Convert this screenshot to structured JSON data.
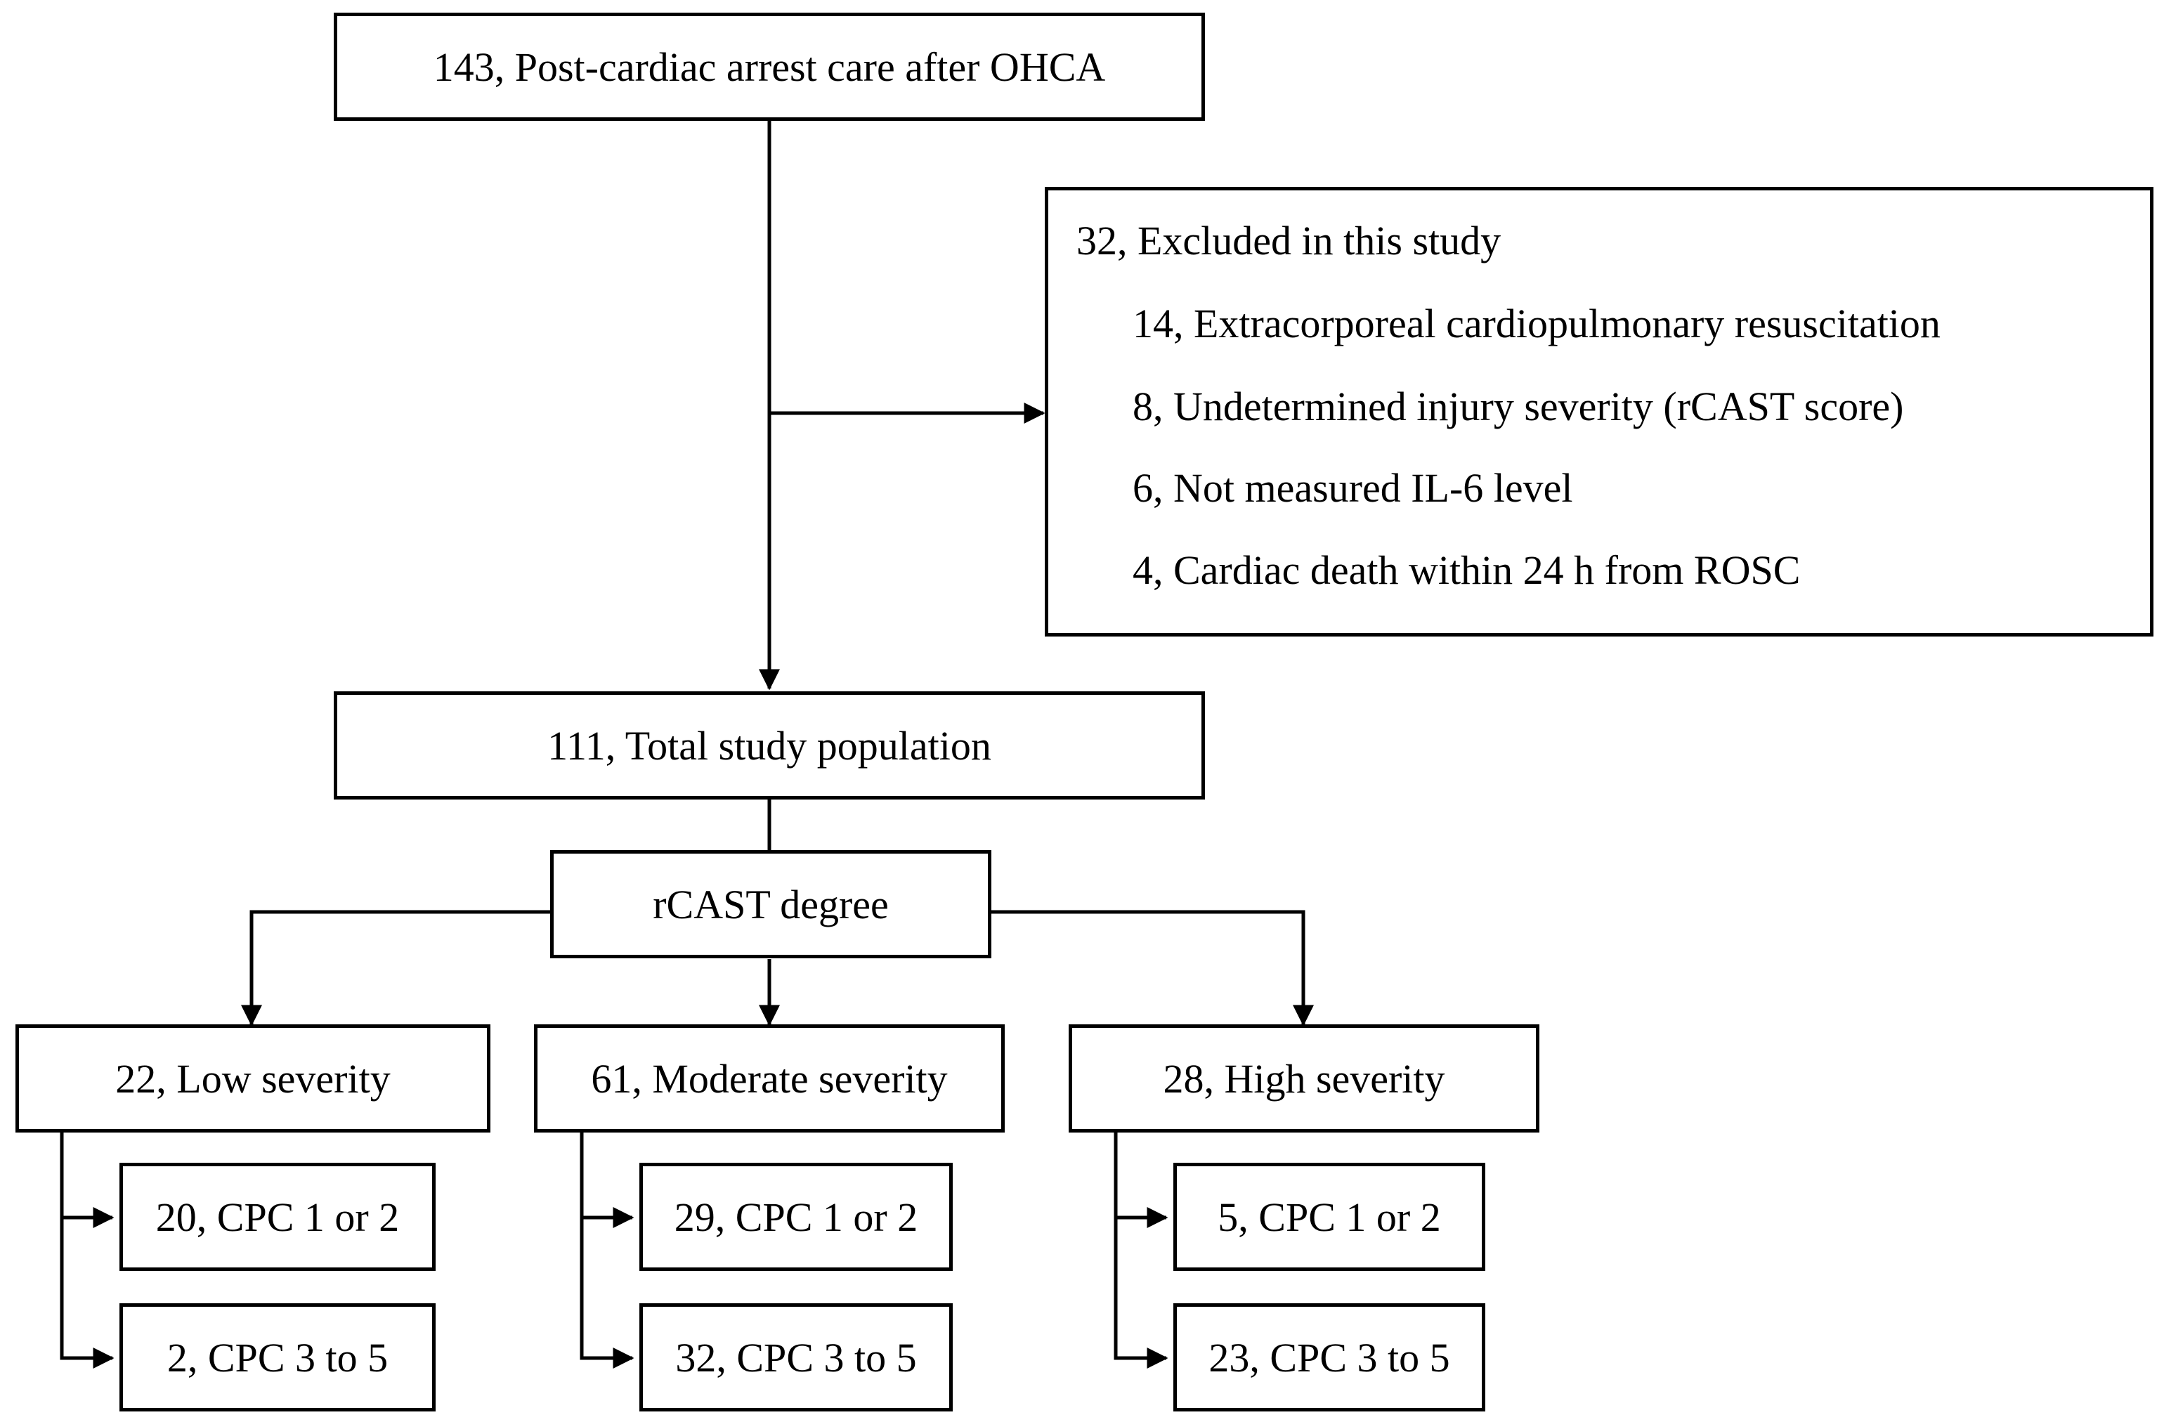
{
  "top_box": "143, Post-cardiac arrest care after OHCA",
  "exclusion": {
    "heading": "32, Excluded in this study",
    "items": [
      "14, Extracorporeal cardiopulmonary resuscitation",
      "8, Undetermined injury severity (rCAST score)",
      "6, Not measured IL-6 level",
      "4, Cardiac death within 24 h from ROSC"
    ]
  },
  "total_box": "111, Total study population",
  "grouping_box": "rCAST degree",
  "groups": [
    {
      "label": "22, Low severity",
      "outcomes": [
        "20, CPC 1 or 2",
        "2, CPC 3 to 5"
      ]
    },
    {
      "label": "61, Moderate severity",
      "outcomes": [
        "29, CPC 1 or 2",
        "32, CPC 3 to 5"
      ]
    },
    {
      "label": "28, High severity",
      "outcomes": [
        "5, CPC 1 or 2",
        "23, CPC 3 to 5"
      ]
    }
  ]
}
